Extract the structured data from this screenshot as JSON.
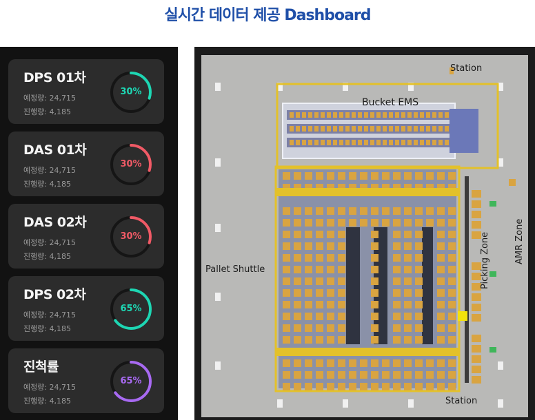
{
  "header": {
    "title": "실시간 데이터 제공 Dashboard"
  },
  "cards": [
    {
      "title": "DPS 01차",
      "planned": "예정량: 24,715",
      "progress": "진행량: 4,185",
      "percent_label": "30%",
      "percent": 0.3,
      "color": "#1ed6b3"
    },
    {
      "title": "DAS 01차",
      "planned": "예정량: 24,715",
      "progress": "진행량: 4,185",
      "percent_label": "30%",
      "percent": 0.3,
      "color": "#f05a66"
    },
    {
      "title": "DAS 02차",
      "planned": "예정량: 24,715",
      "progress": "진행량: 4,185",
      "percent_label": "30%",
      "percent": 0.3,
      "color": "#f05a66"
    },
    {
      "title": "DPS 02차",
      "planned": "예정량: 24,715",
      "progress": "진행량: 4,185",
      "percent_label": "65%",
      "percent": 0.65,
      "color": "#1ed6b3"
    },
    {
      "title": "진척률",
      "planned": "예정량: 24,715",
      "progress": "진행량: 4,185",
      "percent_label": "65%",
      "percent": 0.65,
      "color": "#a86af2"
    }
  ],
  "map": {
    "labels": {
      "station_top": "Station",
      "bucket_ems": "Bucket EMS",
      "pallet_shuttle": "Pallet Shuttle",
      "picking_zone": "Picking Zone",
      "amr_zone": "AMR Zone",
      "station_bottom": "Station"
    },
    "colors": {
      "floor": "#b9b9b7",
      "rack": "#d9a441",
      "rail": "#e3c12a",
      "conveyor": "#5a6fb0"
    }
  }
}
